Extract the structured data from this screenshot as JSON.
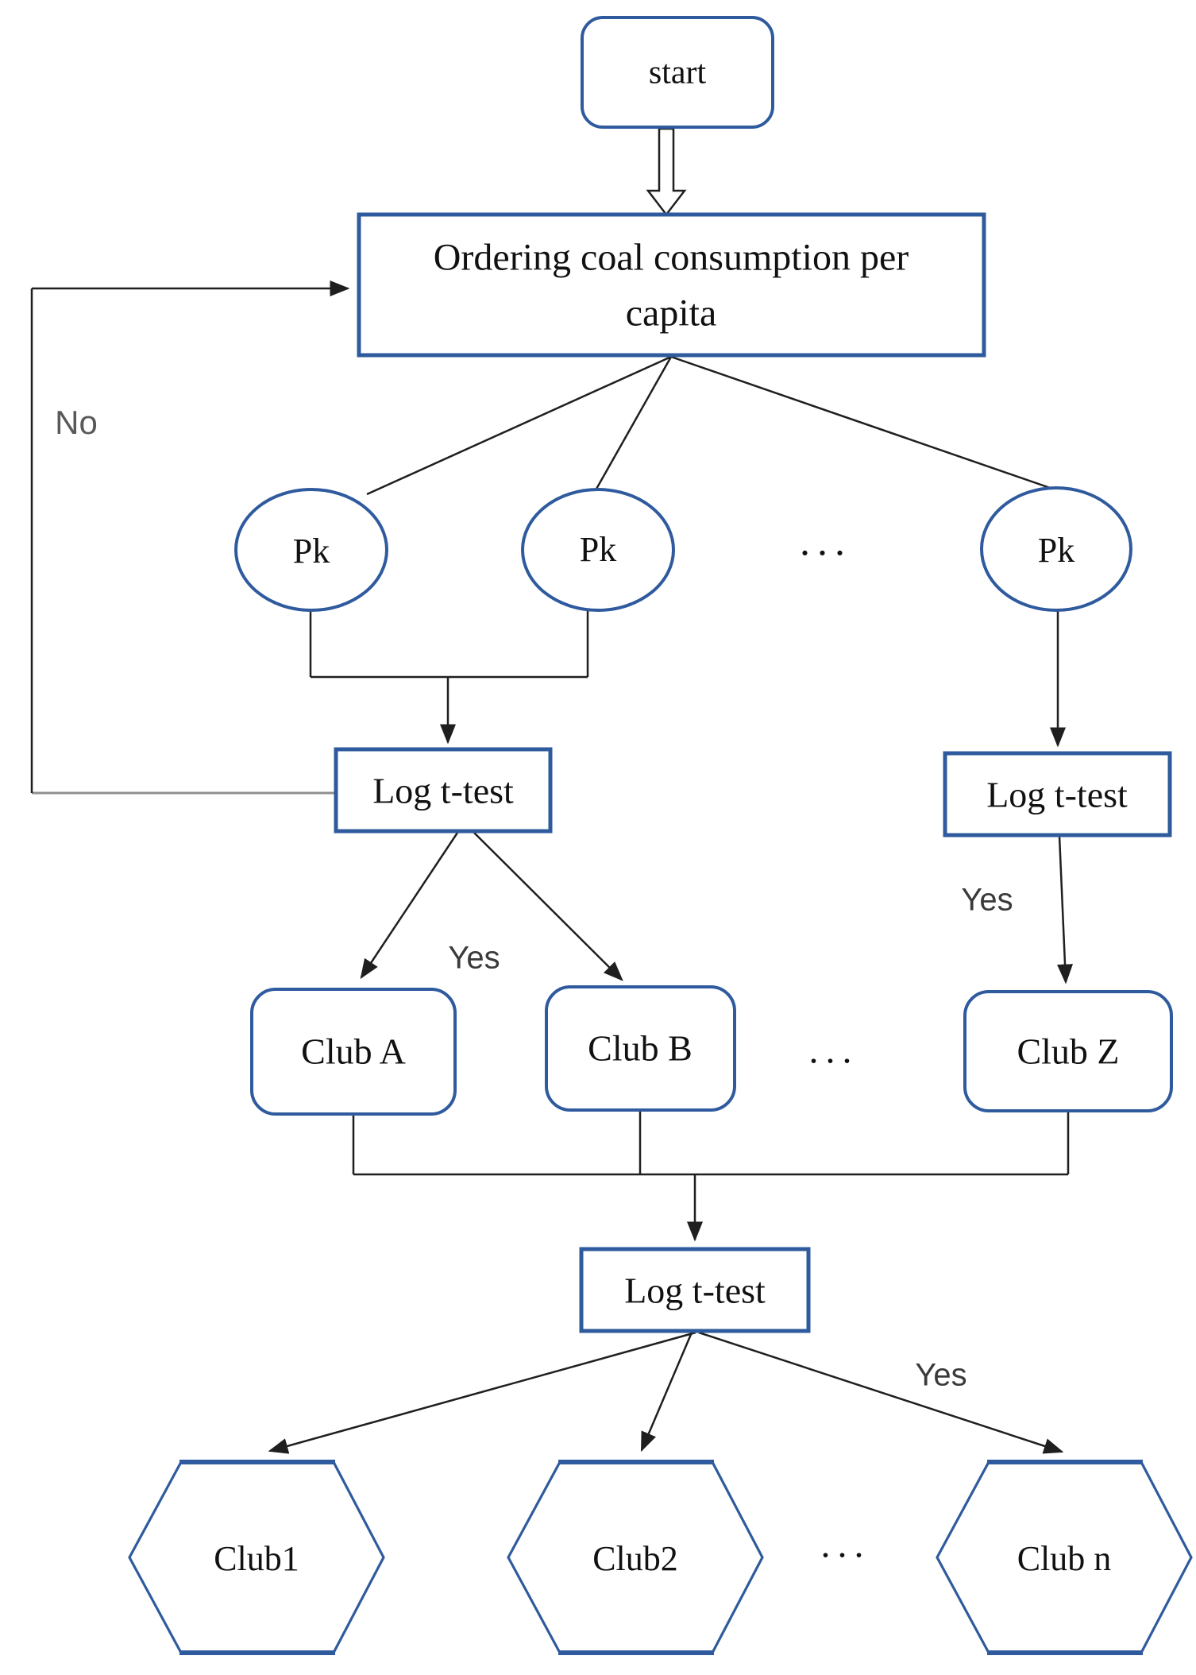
{
  "figure": {
    "type": "flowchart",
    "nodes": {
      "start": "start",
      "ordering": "Ordering coal consumption per capita",
      "pk1": "Pk",
      "pk2": "Pk",
      "pk3": "Pk",
      "log_left": "Log t-test",
      "log_right": "Log t-test",
      "log_bottom": "Log t-test",
      "club_a": "Club A",
      "club_b": "Club B",
      "club_z": "Club Z",
      "hex_club1": "Club1",
      "hex_club2": "Club2",
      "hex_club_n": "Club n"
    },
    "labels": {
      "no": "No",
      "yes_left": "Yes",
      "yes_right": "Yes",
      "yes_bottom": "Yes",
      "dots_top": "...",
      "dots_mid": "...",
      "dots_bottom": "..."
    },
    "colors": {
      "node_border": "#2f5b9e",
      "connector": "#1f1f1f",
      "gray_connector": "#8f8f8f",
      "node_text": "#111111",
      "yes_text": "#3a3a3a",
      "no_text": "#595959"
    }
  }
}
